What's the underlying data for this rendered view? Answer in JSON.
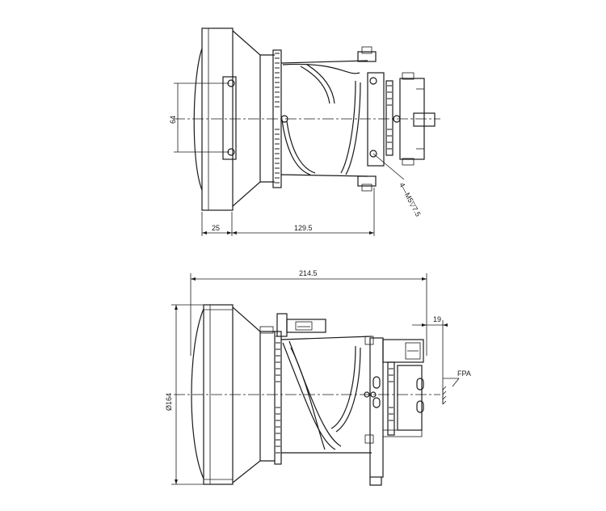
{
  "top_view": {
    "dim_flange": "25",
    "dim_body": "129.5",
    "dim_hole_spacing": "64",
    "thread_callout": "4—M5▽7.5"
  },
  "side_view": {
    "dim_total_length": "214.5",
    "dim_back_focal": "19",
    "dim_diameter": "Ø164",
    "fpa_label": "FPA"
  }
}
